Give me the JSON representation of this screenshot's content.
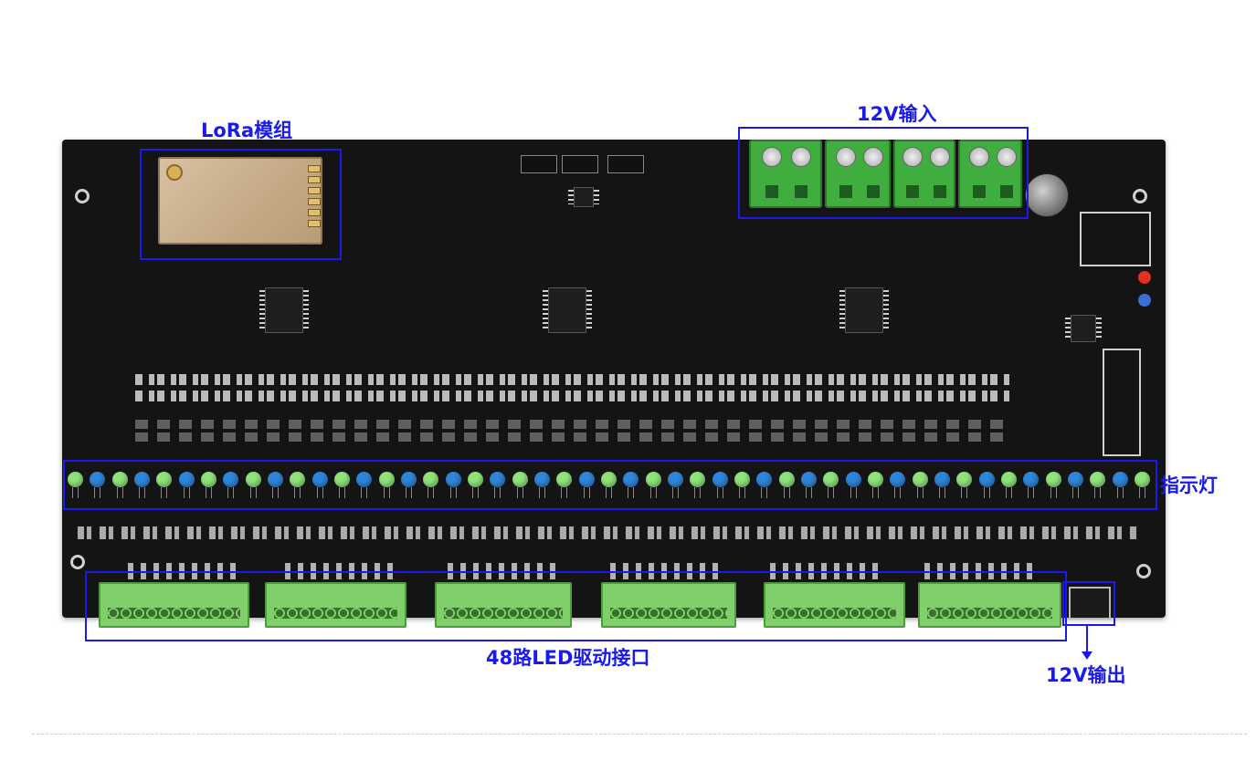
{
  "labels": {
    "lora": "LoRa模组",
    "input12v": "12V输入",
    "indicator": "指示灯",
    "led_driver": "48路LED驱动接口",
    "output12v": "12V输出"
  },
  "colors": {
    "annotation": "#1a1aee",
    "board": "#141414",
    "led_green": "#8fe37a",
    "led_blue": "#2f86d9",
    "terminal_green": "#7fd06a"
  },
  "leds": [
    "green",
    "blue",
    "green",
    "blue",
    "green",
    "blue",
    "green",
    "blue",
    "green",
    "blue",
    "green",
    "blue",
    "green",
    "blue",
    "green",
    "blue",
    "green",
    "blue",
    "green",
    "blue",
    "green",
    "blue",
    "green",
    "blue",
    "green",
    "blue",
    "green",
    "blue",
    "green",
    "blue",
    "green",
    "blue",
    "green",
    "blue",
    "green",
    "blue",
    "green",
    "blue",
    "green",
    "blue",
    "green",
    "blue",
    "green",
    "blue",
    "green",
    "blue",
    "green",
    "blue",
    "green"
  ],
  "output_terminal_blocks": 6,
  "input_terminal_blocks": 4
}
